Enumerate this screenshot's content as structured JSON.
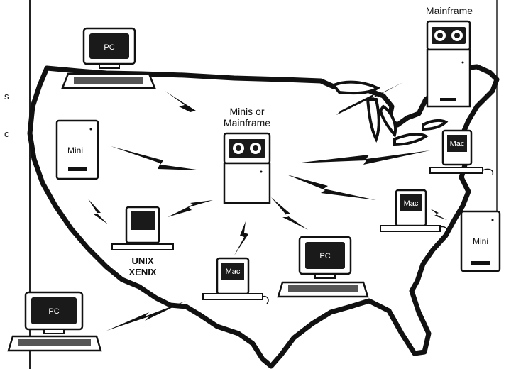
{
  "labels": {
    "mainframe": "Mainframe",
    "minis_line1": "Minis or",
    "minis_line2": "Mainframe",
    "unix": "UNIX",
    "xenix": "XENIX",
    "left_edge_1": "s",
    "left_edge_2": "c"
  },
  "devices": {
    "pc": "PC",
    "mini": "Mini",
    "mac": "Mac"
  },
  "colors": {
    "ink": "#111111",
    "paper": "#ffffff",
    "screen": "#1a1a1a"
  }
}
